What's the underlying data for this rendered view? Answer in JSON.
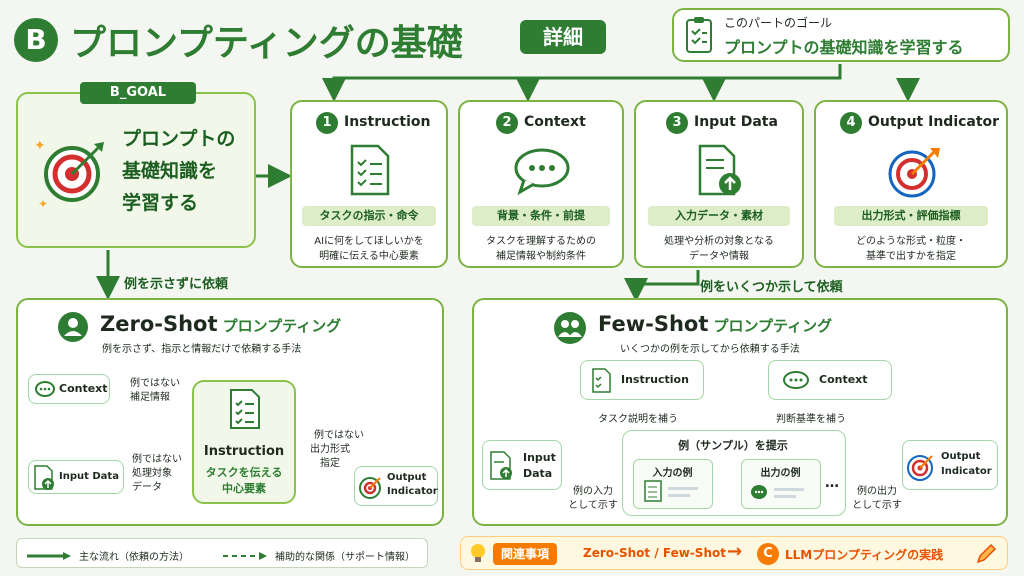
{
  "header": {
    "badge_letter": "B",
    "title": "プロンプティングの基礎",
    "tag": "詳細",
    "goal_caption": "このパートのゴール",
    "goal_text": "プロンプトの基礎知識を学習する"
  },
  "goal_box": {
    "label": "B_GOAL",
    "text_line1": "プロンプトの",
    "text_line2": "基礎知識を",
    "text_line3": "学習する"
  },
  "elements": [
    {
      "num": "1",
      "title": "Instruction",
      "tag": "タスクの指示・命令",
      "desc1": "AIに何をしてほしいかを",
      "desc2": "明確に伝える中心要素"
    },
    {
      "num": "2",
      "title": "Context",
      "tag": "背景・条件・前提",
      "desc1": "タスクを理解するための",
      "desc2": "補足情報や制約条件"
    },
    {
      "num": "3",
      "title": "Input Data",
      "tag": "入力データ・素材",
      "desc1": "処理や分析の対象となる",
      "desc2": "データや情報"
    },
    {
      "num": "4",
      "title": "Output Indicator",
      "tag": "出力形式・評価指標",
      "desc1": "どのような形式・粒度・",
      "desc2": "基準で出すかを指定"
    }
  ],
  "arrows": {
    "zero_label": "例を示さずに依頼",
    "few_label": "例をいくつか示して依頼"
  },
  "zero_shot": {
    "title_en": "Zero-Shot",
    "title_jp": "プロンプティング",
    "subtitle": "例を示さず、指示と情報だけで依頼する手法",
    "context": "Context",
    "context_note1": "例ではない",
    "context_note2": "補足情報",
    "input": "Input Data",
    "input_note1": "例ではない",
    "input_note2": "処理対象",
    "input_note3": "データ",
    "center_title": "Instruction",
    "center_sub1": "タスクを伝える",
    "center_sub2": "中心要素",
    "output_note1": "例ではない",
    "output_note2": "出力形式",
    "output_note3": "指定",
    "output1": "Output",
    "output2": "Indicator"
  },
  "few_shot": {
    "title_en": "Few-Shot",
    "title_jp": "プロンプティング",
    "subtitle": "いくつかの例を示してから依頼する手法",
    "instruction": "Instruction",
    "instruction_note": "タスク説明を補う",
    "context": "Context",
    "context_note": "判断基準を補う",
    "input1": "Input",
    "input2": "Data",
    "input_note1": "例の入力",
    "input_note2": "として示す",
    "example_title": "例（サンプル）を提示",
    "example_in": "入力の例",
    "example_out": "出力の例",
    "ellipsis": "…",
    "output_note1": "例の出力",
    "output_note2": "として示す",
    "output1": "Output",
    "output2": "Indicator"
  },
  "legend": {
    "solid": "主な流れ（依頼の方法）",
    "dashed": "補助的な関係（サポート情報）"
  },
  "related": {
    "label": "関連事項",
    "text": "Zero-Shot / Few-Shot",
    "badge": "C",
    "target": "LLMプロンプティングの実践"
  },
  "colors": {
    "primary": "#2e7d32",
    "accent": "#7cb342",
    "target_red": "#d32f2f",
    "orange": "#f57c00"
  }
}
